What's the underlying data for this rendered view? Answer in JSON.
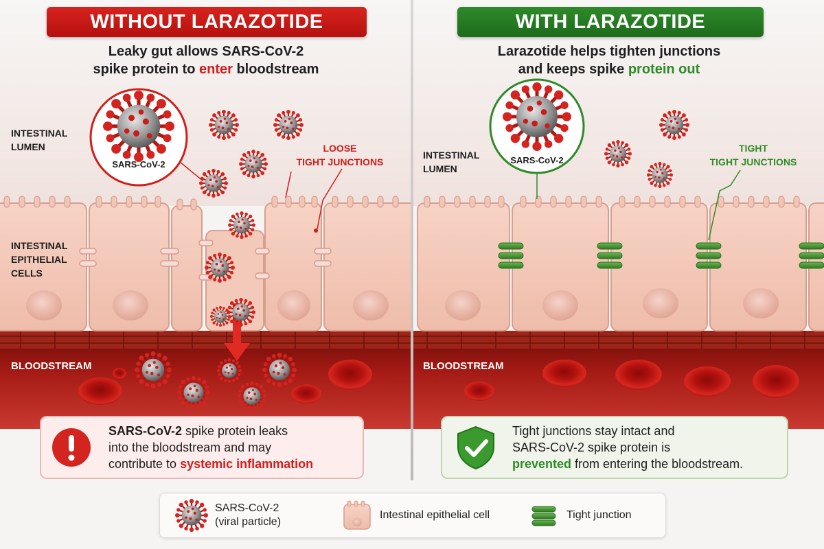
{
  "left": {
    "banner": "WITHOUT LARAZOTIDE",
    "subtitle": {
      "line1": "Leaky gut allows SARS-CoV-2",
      "line2_pre": "spike protein to ",
      "line2_highlight": "enter",
      "line2_post": " bloodstream"
    },
    "virus_label": "SARS-CoV-2",
    "lumen_label": [
      "INTESTINAL",
      "LUMEN"
    ],
    "cells_label": [
      "INTESTINAL",
      "EPITHELIAL",
      "CELLS"
    ],
    "blood_label": "BLOODSTREAM",
    "junction_label": [
      "LOOSE",
      "TIGHT JUNCTIONS"
    ],
    "callout": {
      "bold_pre": "SARS-CoV-2",
      "line1_rest": " spike protein leaks",
      "line2": "into the bloodstream and may",
      "line3_pre": "contribute to ",
      "line3_highlight": "systemic inflammation"
    },
    "icon": "exclamation-icon"
  },
  "right": {
    "banner": "WITH LARAZOTIDE",
    "subtitle": {
      "line1": "Larazotide helps tighten junctions",
      "line2_pre": "and keeps spike ",
      "line2_highlight": "protein out"
    },
    "virus_label": "SARS-CoV-2",
    "lumen_label": [
      "INTESTINAL",
      "LUMEN"
    ],
    "blood_label": "BLOODSTREAM",
    "junction_label": [
      "TIGHT",
      "TIGHT JUNCTIONS"
    ],
    "callout": {
      "line1": "Tight junctions stay intact and",
      "line2": "SARS-CoV-2 spike protein is",
      "line3_highlight": "prevented",
      "line3_rest": " from entering the bloodstream."
    },
    "icon": "shield-check-icon"
  },
  "legend": {
    "virus": [
      "SARS-CoV-2",
      "(viral particle)"
    ],
    "cell": "Intestinal epithelial cell",
    "junction": "Tight junction"
  },
  "colors": {
    "red": "#d21d1b",
    "green": "#2d8a27",
    "cell": "#f2c3b2",
    "blood": "#8e1410"
  }
}
